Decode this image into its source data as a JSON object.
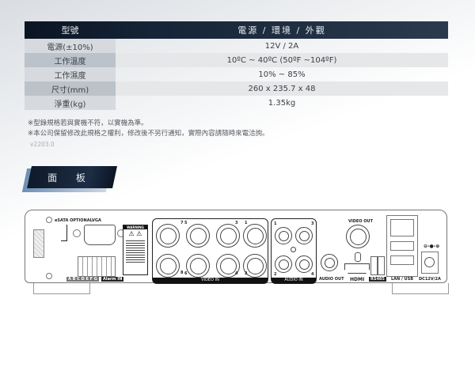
{
  "spec_table": {
    "header": {
      "col1": "型號",
      "col2": "電源 /  環境 /  外觀"
    },
    "rows": [
      {
        "label": "電源(±10%)",
        "value": "12V / 2A"
      },
      {
        "label": "工作溫度",
        "value": "10ºC ~ 40ºC (50ºF ~104ºF)"
      },
      {
        "label": "工作濕度",
        "value": "10% ~ 85%"
      },
      {
        "label": "尺寸(mm)",
        "value": "260 x 235.7 x 48"
      },
      {
        "label": "淨重(kg)",
        "value": "1.35kg"
      }
    ]
  },
  "notes": {
    "line1": "※型錄規格若與實機不符，以實機為準。",
    "line2": "※本公司保留修改此規格之權利，修改後不另行通知，實際內容請隨時來電洽詢。",
    "version": "v2203.0"
  },
  "section": {
    "title": "面 板"
  },
  "panel": {
    "labels": {
      "esata": "eSATA OPTIONAL",
      "vga": "VGA",
      "warning": "WARNING",
      "alarm": "Alarm IN",
      "video_in": "VIDEO IN",
      "audio_in": "AUDIO IN",
      "audio_out": "AUDIO OUT",
      "video_out": "VIDEO OUT",
      "hdmi": "HDMI",
      "rs485": "RS485",
      "lan_usb": "LAN / USB",
      "dc": "DC12V/2A"
    },
    "video_in_numbers": [
      "7",
      "5",
      "3",
      "1",
      "8",
      "6",
      "4",
      "2"
    ],
    "audio_in_numbers": [
      "1",
      "3",
      "2",
      "4"
    ]
  }
}
